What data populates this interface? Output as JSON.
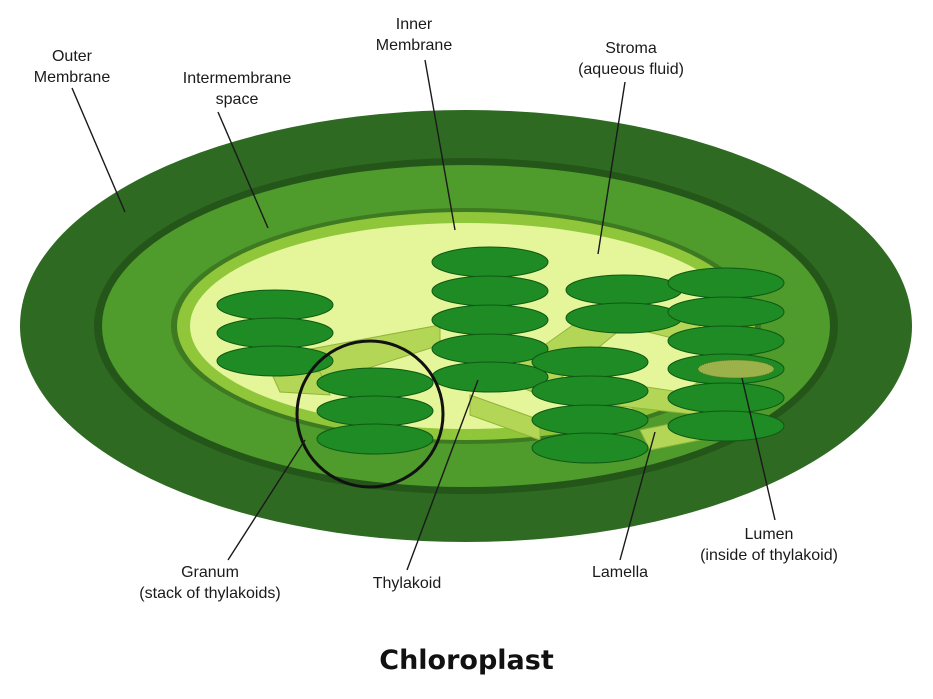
{
  "labels": {
    "outer_membrane": [
      "Outer",
      "Membrane"
    ],
    "intermembrane_space": [
      "Intermembrane",
      "space"
    ],
    "inner_membrane": [
      "Inner",
      "Membrane"
    ],
    "stroma": [
      "Stroma",
      "(aqueous fluid)"
    ],
    "granum": [
      "Granum",
      "(stack of thylakoids)"
    ],
    "thylakoid": [
      "Thylakoid"
    ],
    "lamella": [
      "Lamella"
    ],
    "lumen": [
      "Lumen",
      "(inside of thylakoid)"
    ]
  },
  "caption": "Chloroplast",
  "colors": {
    "outer_membrane": "#2f6b22",
    "intermembrane_space": "#4d9a2a",
    "inner_band": "#8fc63a",
    "stroma": "#e4f59a",
    "thylakoid": "#1e8a22",
    "lamella": "#b7d95a",
    "lumen": "#9bb24a",
    "granum_circle": "#111111"
  }
}
